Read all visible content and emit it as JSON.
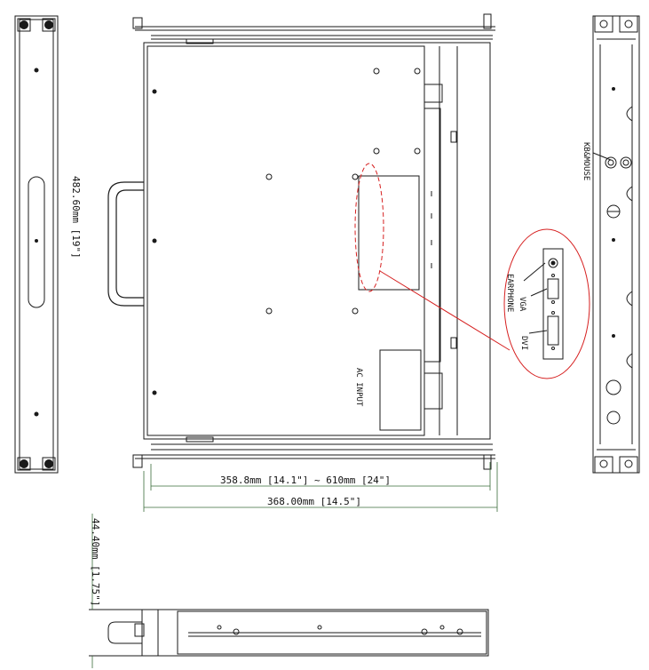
{
  "dimensions": {
    "rack_width": "482.60mm [19\"]",
    "depth_range": "358.8mm [14.1\"] ~ 610mm [24\"]",
    "overall_depth": "368.00mm [14.5\"]",
    "height": "44.40mm [1.75\"]"
  },
  "labels": {
    "kb_mouse": "KB&MOUSE",
    "ac_input": "AC INPUT",
    "earphone": "EARPHONE",
    "vga": "VGA",
    "dvi": "DVI"
  },
  "colors": {
    "line": "#1a1a1a",
    "dimension": "#3a6b3a",
    "highlight": "#d62020"
  }
}
